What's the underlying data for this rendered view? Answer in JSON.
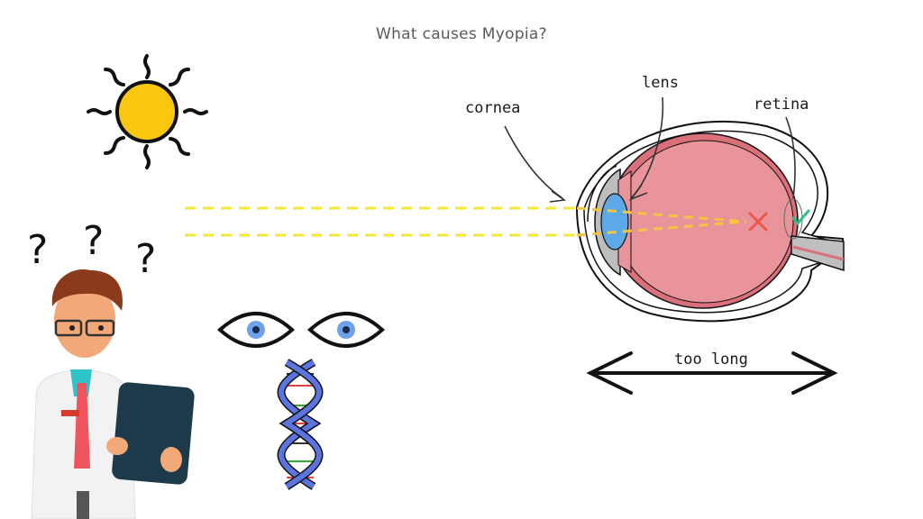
{
  "title": "What causes Myopia?",
  "labels": {
    "cornea": "cornea",
    "lens": "lens",
    "retina": "retina",
    "axial_length": "too long"
  },
  "markers": {
    "focus_point": "cross-icon",
    "retina_target": "checkmark-icon"
  },
  "colors": {
    "sun": "#f9c80e",
    "light_rays": "#f2ea3a",
    "focused_rays": "#f5c542",
    "eyeball": "#e8949a",
    "eyeball_wall": "#d9707a",
    "lens": "#5fa8e8",
    "cross": "#f0544a",
    "check": "#2bbf8a",
    "tablet": "#1d3a4a",
    "tie": "#f0545e",
    "collar": "#2ec4c8",
    "hair": "#8b3a1c",
    "dna": "#5b74e0"
  }
}
